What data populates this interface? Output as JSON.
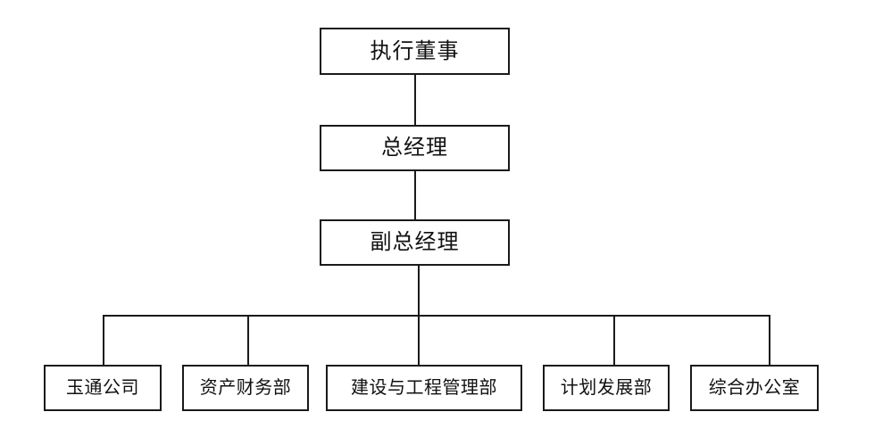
{
  "chart_data": {
    "type": "diagram",
    "diagram_kind": "organization-chart",
    "title": "",
    "orientation": "top-down",
    "levels": [
      {
        "level": 1,
        "nodes": [
          {
            "id": "executive-director",
            "label": "执行董事"
          }
        ]
      },
      {
        "level": 2,
        "nodes": [
          {
            "id": "general-manager",
            "label": "总经理"
          }
        ]
      },
      {
        "level": 3,
        "nodes": [
          {
            "id": "deputy-general-manager",
            "label": "副总经理"
          }
        ]
      },
      {
        "level": 4,
        "nodes": [
          {
            "id": "yutong-company",
            "label": "玉通公司"
          },
          {
            "id": "asset-finance-dept",
            "label": "资产财务部"
          },
          {
            "id": "construction-engineering-dept",
            "label": "建设与工程管理部"
          },
          {
            "id": "planning-development-dept",
            "label": "计划发展部"
          },
          {
            "id": "general-office",
            "label": "综合办公室"
          }
        ]
      }
    ],
    "edges": [
      {
        "from": "executive-director",
        "to": "general-manager"
      },
      {
        "from": "general-manager",
        "to": "deputy-general-manager"
      },
      {
        "from": "deputy-general-manager",
        "to": "yutong-company"
      },
      {
        "from": "deputy-general-manager",
        "to": "asset-finance-dept"
      },
      {
        "from": "deputy-general-manager",
        "to": "construction-engineering-dept"
      },
      {
        "from": "deputy-general-manager",
        "to": "planning-development-dept"
      },
      {
        "from": "deputy-general-manager",
        "to": "general-office"
      }
    ],
    "colors": {
      "background": "#ffffff",
      "box_border": "#1a1a1a",
      "box_fill": "#ffffff",
      "connector": "#1a1a1a",
      "text": "#111111"
    }
  },
  "nodes": {
    "executive_director": {
      "label": "执行董事"
    },
    "general_manager": {
      "label": "总经理"
    },
    "deputy_general_manager": {
      "label": "副总经理"
    },
    "yutong_company": {
      "label": "玉通公司"
    },
    "asset_finance_dept": {
      "label": "资产财务部"
    },
    "construction_engineering_dept": {
      "label": "建设与工程管理部"
    },
    "planning_development_dept": {
      "label": "计划发展部"
    },
    "general_office": {
      "label": "综合办公室"
    }
  }
}
